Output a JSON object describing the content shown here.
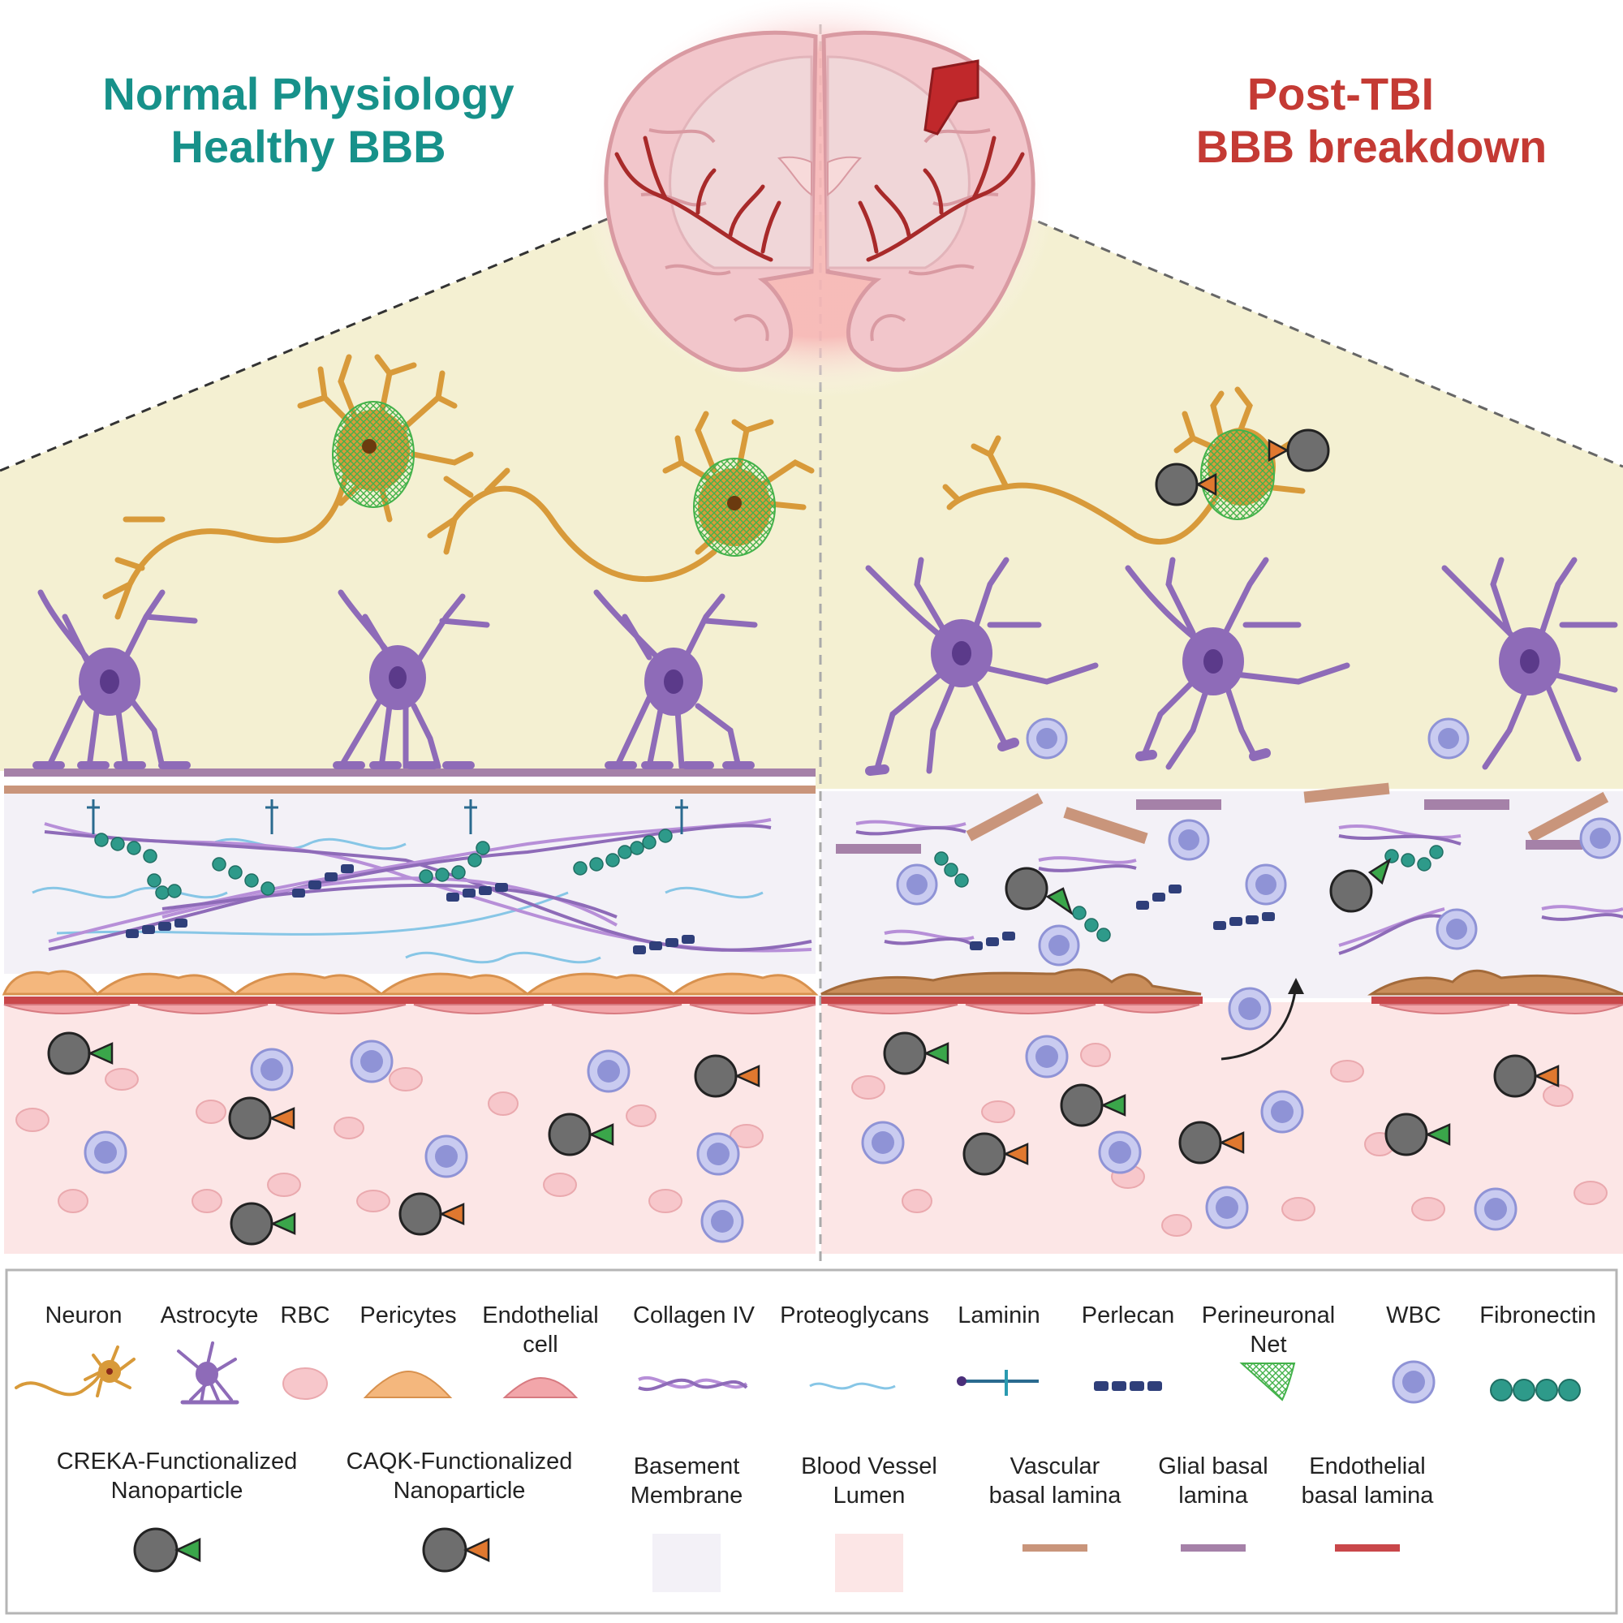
{
  "titles": {
    "left_line1": "Normal Physiology",
    "left_line2": "Healthy BBB",
    "right_line1": "Post-TBI",
    "right_line2": "BBB breakdown"
  },
  "colors": {
    "teal_title": "#17918a",
    "red_title": "#c43a34",
    "brain_tissue": "#f4f0d2",
    "basement_membrane": "#f3f1f7",
    "blood_lumen": "#fce6e6",
    "neuron": "#d89a3a",
    "astrocyte": "#8e6bb8",
    "vascular_basal_lamina": "#c9957b",
    "glial_basal_lamina": "#a581a8",
    "endothelial_basal_lamina": "#c9474a",
    "nanoparticle": "#6e6e6e",
    "creka_ligand": "#3aa64a",
    "caqk_ligand": "#e0782f",
    "wbc": "#a9addf",
    "fibronectin": "#2e9a8a",
    "perlecan": "#2f3f7a"
  },
  "legend": {
    "row1": [
      {
        "id": "neuron",
        "lines": [
          "Neuron"
        ],
        "icon": "neuron-icon"
      },
      {
        "id": "astrocyte",
        "lines": [
          "Astrocyte"
        ],
        "icon": "astrocyte-icon"
      },
      {
        "id": "rbc",
        "lines": [
          "RBC"
        ],
        "icon": "rbc-icon"
      },
      {
        "id": "pericytes",
        "lines": [
          "Pericytes"
        ],
        "icon": "pericyte-icon"
      },
      {
        "id": "endothelial",
        "lines": [
          "Endothelial",
          "cell"
        ],
        "icon": "endothelial-cell-icon"
      },
      {
        "id": "collagen",
        "lines": [
          "Collagen IV"
        ],
        "icon": "collagen-icon"
      },
      {
        "id": "proteoglycans",
        "lines": [
          "Proteoglycans"
        ],
        "icon": "proteoglycan-icon"
      },
      {
        "id": "laminin",
        "lines": [
          "Laminin"
        ],
        "icon": "laminin-icon"
      },
      {
        "id": "perlecan",
        "lines": [
          "Perlecan"
        ],
        "icon": "perlecan-icon"
      },
      {
        "id": "pnn",
        "lines": [
          "Perineuronal",
          "Net"
        ],
        "icon": "perineuronal-net-icon"
      },
      {
        "id": "wbc",
        "lines": [
          "WBC"
        ],
        "icon": "wbc-icon"
      },
      {
        "id": "fibronectin",
        "lines": [
          "Fibronectin"
        ],
        "icon": "fibronectin-icon"
      }
    ],
    "row2": [
      {
        "id": "creka",
        "lines": [
          "CREKA-Functionalized",
          "Nanoparticle"
        ],
        "icon": "creka-nanoparticle-icon"
      },
      {
        "id": "caqk",
        "lines": [
          "CAQK-Functionalized",
          "Nanoparticle"
        ],
        "icon": "caqk-nanoparticle-icon"
      },
      {
        "id": "bm",
        "lines": [
          "Basement",
          "Membrane"
        ],
        "icon": "basement-membrane-swatch"
      },
      {
        "id": "lumen",
        "lines": [
          "Blood Vessel",
          "Lumen"
        ],
        "icon": "lumen-swatch"
      },
      {
        "id": "vbl",
        "lines": [
          "Vascular",
          "basal lamina"
        ],
        "icon": "vascular-basal-lamina-line"
      },
      {
        "id": "gbl",
        "lines": [
          "Glial basal",
          "lamina"
        ],
        "icon": "glial-basal-lamina-line"
      },
      {
        "id": "ebl",
        "lines": [
          "Endothelial",
          "basal lamina"
        ],
        "icon": "endothelial-basal-lamina-line"
      }
    ]
  }
}
